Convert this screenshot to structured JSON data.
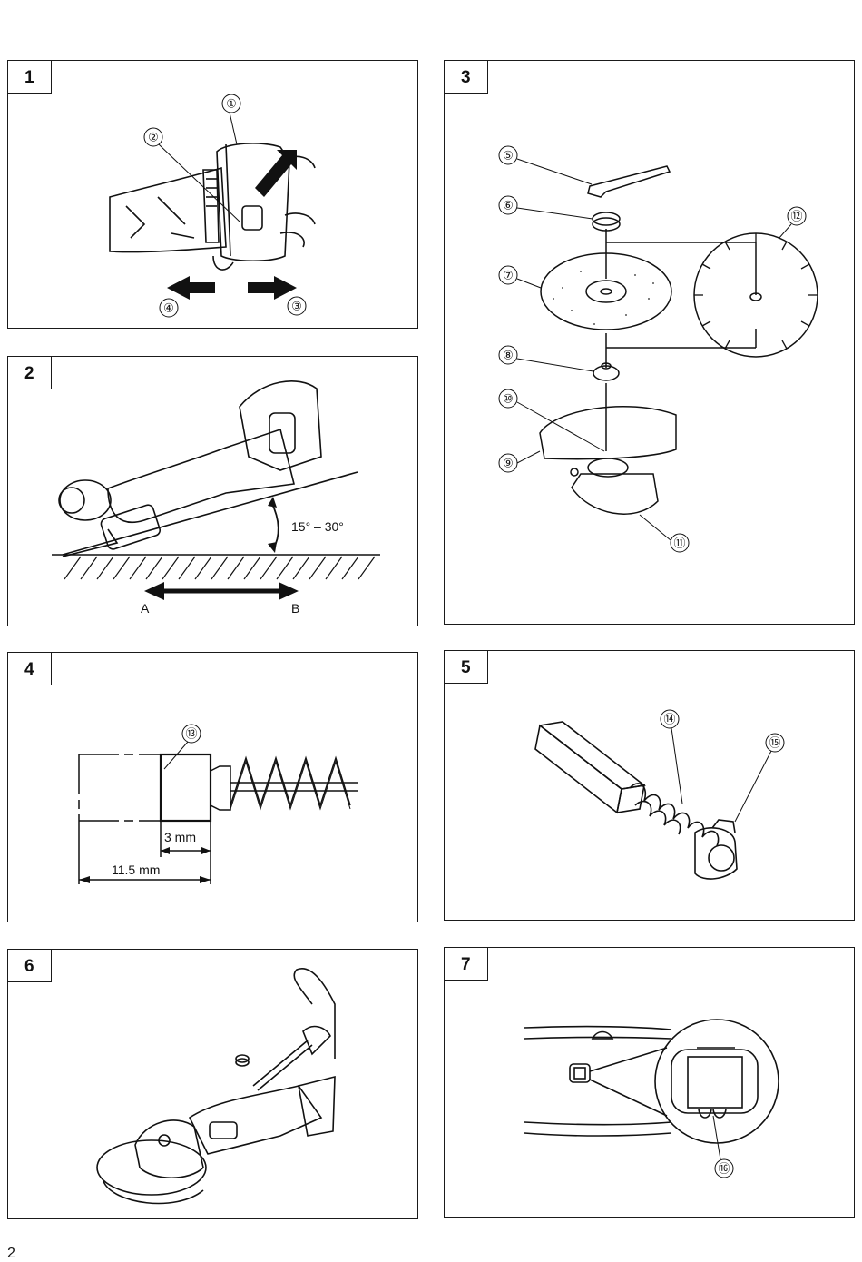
{
  "page_number": "2",
  "figures": [
    {
      "number": "1",
      "callouts": [
        "①",
        "②",
        "③",
        "④"
      ]
    },
    {
      "number": "2",
      "angle_label": "15° – 30°",
      "direction_a": "A",
      "direction_b": "B"
    },
    {
      "number": "3",
      "callouts": [
        "⑤",
        "⑥",
        "⑦",
        "⑧",
        "⑨",
        "⑩",
        "⑪",
        "⑫"
      ]
    },
    {
      "number": "4",
      "callouts": [
        "⑬"
      ],
      "dim_small": "3 mm",
      "dim_large": "11.5 mm"
    },
    {
      "number": "5",
      "callouts": [
        "⑭",
        "⑮"
      ]
    },
    {
      "number": "6"
    },
    {
      "number": "7",
      "callouts": [
        "⑯"
      ]
    }
  ]
}
